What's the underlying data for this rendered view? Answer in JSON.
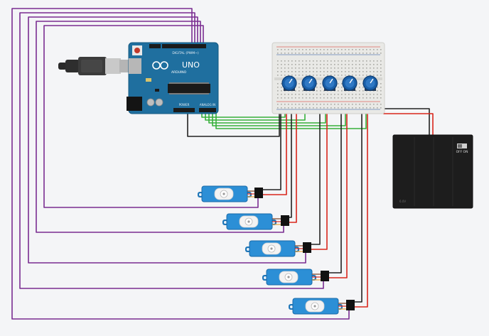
{
  "arduino": {
    "model_label": "UNO",
    "brand_label": "ARDUINO",
    "digital_header_label": "DIGITAL (PWM~)",
    "power_label": "POWER",
    "analog_label": "ANALOG IN"
  },
  "battery_pack": {
    "off_label": "OFF",
    "on_label": "ON",
    "voltage_label": "6.0V"
  },
  "potentiometers": [
    1,
    2,
    3,
    4,
    5
  ],
  "servos": [
    1,
    2,
    3,
    4,
    5
  ],
  "colors": {
    "background": "#f4f5f7",
    "arduino_board": "#1f6f9f",
    "breadboard": "#e9e9e6",
    "pot_knob": "#1a5fa8",
    "battery": "#1d1d1d",
    "servo": "#2c8fd6",
    "wire_signal_purple": "#7a2d91",
    "wire_analog_green": "#37b03a",
    "wire_power_red": "#d9261c",
    "wire_ground_black": "#222222"
  }
}
